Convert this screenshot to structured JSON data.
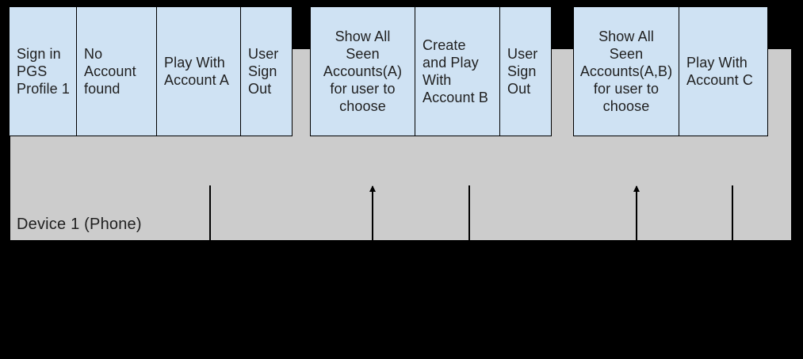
{
  "device_band": {
    "label": "Device 1 (Phone)"
  },
  "groups": [
    {
      "cells": [
        {
          "label": "Sign in\nPGS\nProfile 1"
        },
        {
          "label": "No\nAccount\nfound"
        },
        {
          "label": "Play With\nAccount A"
        },
        {
          "label": "User\nSign\nOut"
        }
      ]
    },
    {
      "cells": [
        {
          "label": "Show All\nSeen\nAccounts(A)\nfor user to\nchoose"
        },
        {
          "label": "Create\nand Play\nWith\nAccount B"
        },
        {
          "label": "User\nSign\nOut"
        }
      ]
    },
    {
      "cells": [
        {
          "label": "Show All\nSeen\nAccounts(A,B)\nfor user to\nchoose"
        },
        {
          "label": "Play With\nAccount C"
        }
      ]
    }
  ],
  "connectors": [
    {
      "type": "line",
      "below": "Play With Account A"
    },
    {
      "type": "arrow-up",
      "below": "Show All Seen Accounts(A) for user to choose"
    },
    {
      "type": "line",
      "below": "Create and Play With Account B"
    },
    {
      "type": "arrow-up",
      "below": "Show All Seen Accounts(A,B) for user to choose"
    },
    {
      "type": "line",
      "below": "Play With Account C"
    }
  ],
  "colors": {
    "background": "#000000",
    "band_fill": "#cccccc",
    "box_fill": "#cfe2f3",
    "box_border": "#000000",
    "text": "#1f1f1f"
  }
}
